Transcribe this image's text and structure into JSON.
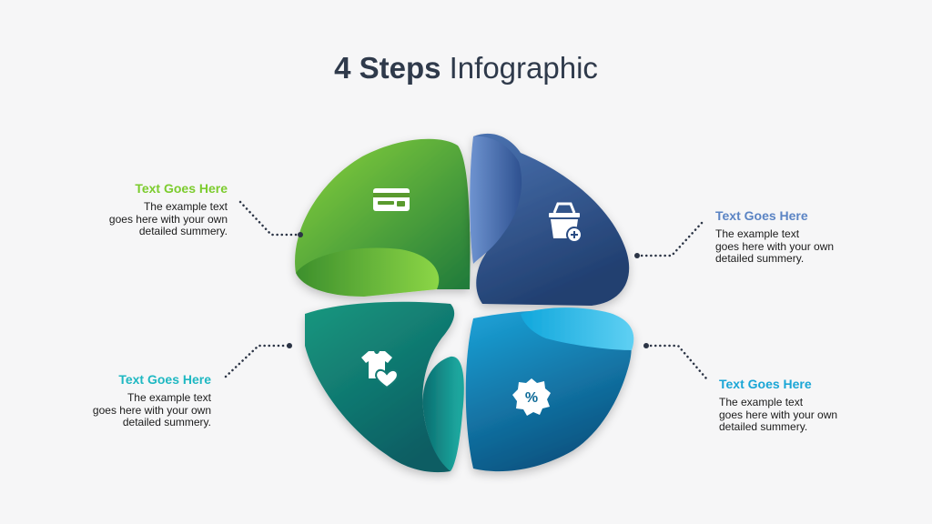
{
  "title": {
    "bold": "4 Steps",
    "regular": "Infographic"
  },
  "steps": [
    {
      "heading": "Text Goes Here",
      "body_lines": [
        "The example text",
        "goes here with your own",
        "detailed summery."
      ],
      "color": "#7ccc2e",
      "icon": "credit-card-icon"
    },
    {
      "heading": "Text Goes Here",
      "body_lines": [
        "The example text",
        "goes here with your own",
        "detailed summery."
      ],
      "color": "#5b84c4",
      "icon": "shopping-basket-add-icon"
    },
    {
      "heading": "Text Goes Here",
      "body_lines": [
        "The example text",
        "goes here with your own",
        "detailed summery."
      ],
      "color": "#1fb8c2",
      "icon": "tshirt-heart-icon"
    },
    {
      "heading": "Text Goes Here",
      "body_lines": [
        "The example text",
        "goes here with your own",
        "detailed summery."
      ],
      "color": "#1aa6d6",
      "icon": "discount-badge-icon"
    }
  ]
}
